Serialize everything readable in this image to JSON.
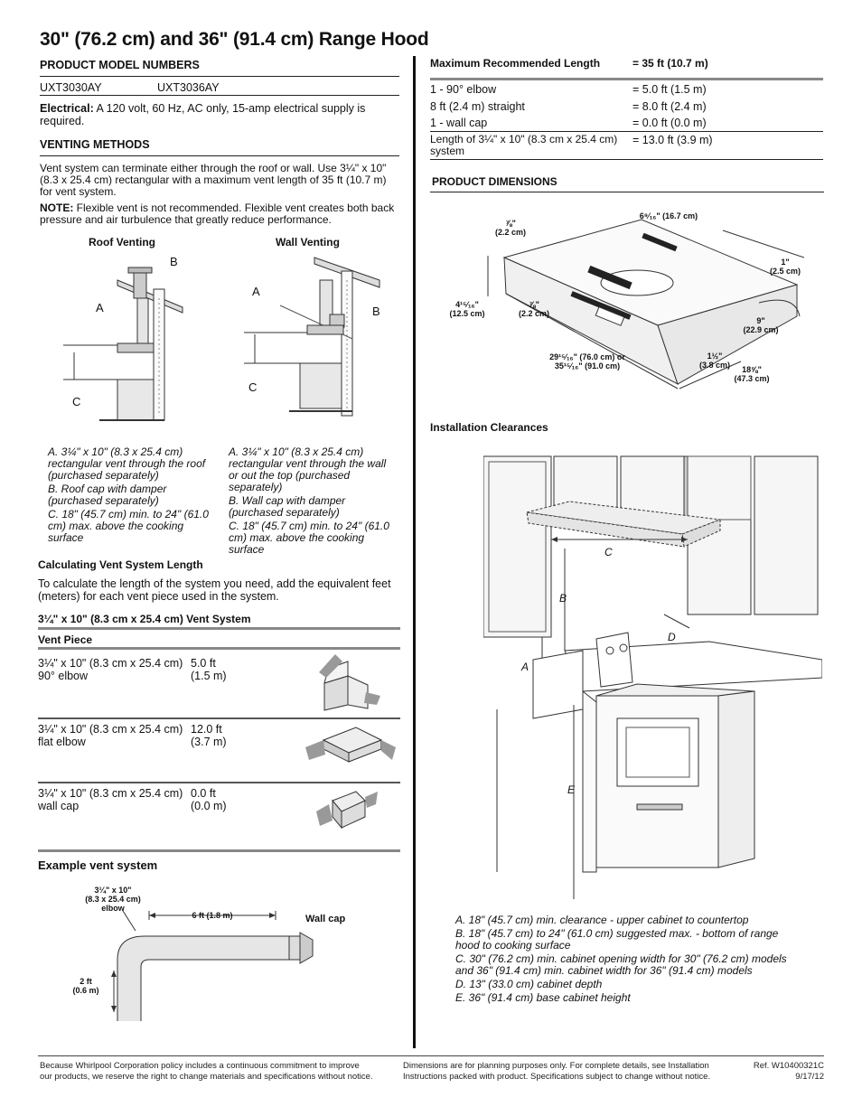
{
  "title": "30\" (76.2 cm) and 36\" (91.4 cm) Range Hood",
  "left": {
    "model_header": "PRODUCT MODEL NUMBERS",
    "models": [
      "UXT3030AY",
      "UXT3036AY"
    ],
    "electrical_label": "Electrical:",
    "electrical_text": " A 120 volt, 60 Hz, AC only, 15-amp electrical supply is required.",
    "venting_header": "VENTING METHODS",
    "venting_text": "Vent system can terminate either through the roof or wall. Use 3¼\" x 10\" (8.3 x 25.4 cm) rectangular with a maximum vent length of 35 ft (10.7 m) for vent system.",
    "note_label": "NOTE:",
    "note_text": " Flexible vent is not recommended. Flexible vent creates both back pressure and air turbulence that greatly reduce performance.",
    "roof_title": "Roof Venting",
    "wall_title": "Wall Venting",
    "roof_letters": {
      "a": "A",
      "b": "B",
      "c": "C"
    },
    "wall_letters": {
      "a": "A",
      "b": "B",
      "c": "C"
    },
    "roof_captions": [
      "A. 3¼\" x 10\" (8.3 x 25.4 cm) rectangular vent through the roof (purchased separately)",
      "B. Roof cap with damper (purchased separately)",
      "C. 18\" (45.7 cm) min. to 24\" (61.0 cm) max. above the cooking surface"
    ],
    "wall_captions": [
      "A. 3¼\" x 10\" (8.3 x 25.4 cm) rectangular vent through the wall or out the top (purchased separately)",
      "B. Wall cap with damper (purchased separately)",
      "C. 18\" (45.7 cm) min. to 24\" (61.0 cm) max. above the cooking surface"
    ],
    "calc_header": "Calculating Vent System Length",
    "calc_text": "To calculate the length of the system you need, add the equivalent feet (meters) for each vent piece used in the system.",
    "vent_system_header": "3¼\" x 10\" (8.3 cm x 25.4 cm) Vent System",
    "vent_piece_header": "Vent Piece",
    "vent_pieces": [
      {
        "name1": "3¼\" x 10\" (8.3 cm x 25.4 cm)",
        "name2": "90° elbow",
        "ft": "5.0 ft",
        "m": "(1.5 m)",
        "icon": "elbow-90-icon"
      },
      {
        "name1": "3¼\" x 10\" (8.3 cm x 25.4 cm)",
        "name2": "flat elbow",
        "ft": "12.0 ft",
        "m": "(3.7 m)",
        "icon": "flat-elbow-icon"
      },
      {
        "name1": "3¼\" x 10\" (8.3 cm x 25.4 cm)",
        "name2": "wall cap",
        "ft": "0.0 ft",
        "m": "(0.0 m)",
        "icon": "wall-cap-icon"
      }
    ],
    "example_header": "Example vent system",
    "example_labels": {
      "elbow": [
        "3¼\" x 10\"",
        "(8.3 x 25.4 cm)",
        "elbow"
      ],
      "straight": "6 ft (1.8 m)",
      "wallcap": "Wall cap",
      "vertical": [
        "2 ft",
        "(0.6 m)"
      ]
    }
  },
  "right": {
    "max_length_label": "Maximum Recommended Length",
    "max_length_value": "= 35 ft (10.7 m)",
    "length_rows": [
      {
        "label": "1 - 90° elbow",
        "value": "= 5.0 ft (1.5 m)"
      },
      {
        "label": "8 ft (2.4 m) straight",
        "value": "= 8.0 ft (2.4 m)"
      },
      {
        "label": "1 - wall cap",
        "value": "= 0.0 ft (0.0 m)"
      }
    ],
    "total_label": [
      "Length of 3¼\" x 10\" (8.3 cm x 25.4 cm)",
      "system"
    ],
    "total_value": "= 13.0 ft (3.9 m)",
    "dimensions_header": "PRODUCT DIMENSIONS",
    "dims": {
      "d1": [
        "⅞\"",
        "(2.2 cm)"
      ],
      "d2": "6⁹⁄₁₆\" (16.7 cm)",
      "d3": [
        "1\"",
        "(2.5 cm)"
      ],
      "d4": [
        "4¹⁵⁄₁₆\"",
        "(12.5 cm)"
      ],
      "d5": [
        "⅞\"",
        "(2.2 cm)"
      ],
      "d6": [
        "9\"",
        "(22.9 cm)"
      ],
      "d7": [
        "29¹⁵⁄₁₆\" (76.0 cm) or",
        "35¹⁵⁄₁₆\" (91.0 cm)"
      ],
      "d8": [
        "1½\"",
        "(3.8 cm)"
      ],
      "d9": [
        "18⅝\"",
        "(47.3 cm)"
      ]
    },
    "clearance_header": "Installation Clearances",
    "clearance_letters": {
      "a": "A",
      "b": "B",
      "c": "C",
      "d": "D",
      "e": "E"
    },
    "clearance_captions": [
      "A. 18\" (45.7 cm) min. clearance - upper cabinet to countertop",
      "B. 18\" (45.7 cm) to 24\" (61.0 cm) suggested max. - bottom of range hood to cooking surface",
      "C. 30\" (76.2 cm) min. cabinet opening width for 30\" (76.2 cm) models and 36\" (91.4 cm) min. cabinet width for 36\" (91.4 cm) models",
      "D. 13\" (33.0 cm) cabinet depth",
      "E. 36\" (91.4 cm) base cabinet height"
    ]
  },
  "footer": {
    "left": [
      "Because Whirlpool Corporation policy includes a continuous commitment to improve",
      "our products, we reserve the right to change materials and specifications without notice."
    ],
    "middle": [
      "Dimensions are for planning purposes only. For complete details, see Installation",
      "Instructions packed with product. Specifications subject to change without notice."
    ],
    "ref": "Ref. W10400321C",
    "date": "9/17/12"
  }
}
